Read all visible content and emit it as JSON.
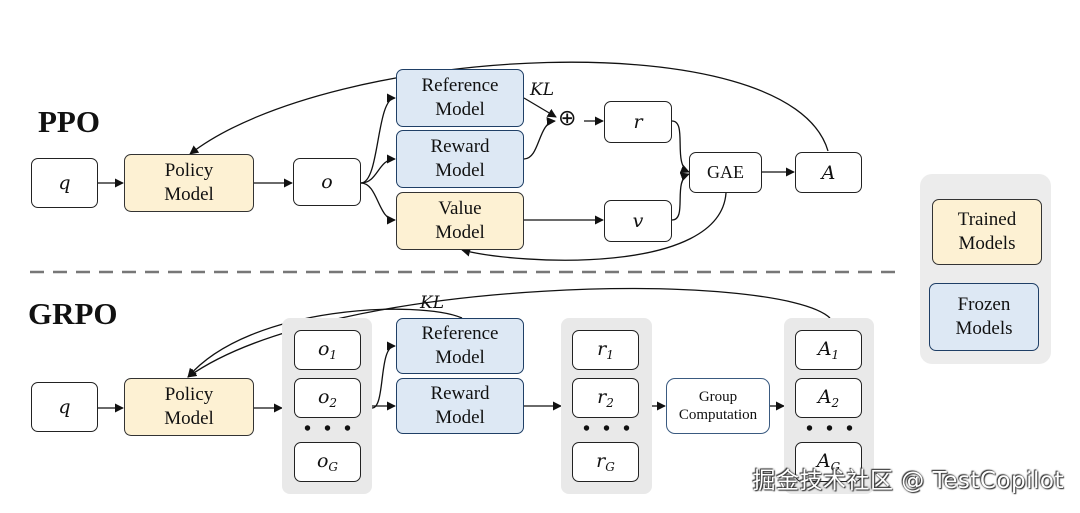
{
  "ppo": {
    "title": "PPO",
    "q": "q",
    "policy": [
      "Policy",
      "Model"
    ],
    "o": "o",
    "reference": [
      "Reference",
      "Model"
    ],
    "reward": [
      "Reward",
      "Model"
    ],
    "value": [
      "Value",
      "Model"
    ],
    "kl": "KL",
    "plus": "⊕",
    "r": "r",
    "v": "v",
    "gae": "GAE",
    "a": "A"
  },
  "grpo": {
    "title": "GRPO",
    "q": "q",
    "policy": [
      "Policy",
      "Model"
    ],
    "kl": "KL",
    "outputs": [
      {
        "base": "o",
        "sub": "1"
      },
      {
        "base": "o",
        "sub": "2"
      },
      {
        "base": "o",
        "sub": "G"
      }
    ],
    "reference": [
      "Reference",
      "Model"
    ],
    "reward": [
      "Reward",
      "Model"
    ],
    "rewards": [
      {
        "base": "r",
        "sub": "1"
      },
      {
        "base": "r",
        "sub": "2"
      },
      {
        "base": "r",
        "sub": "G"
      }
    ],
    "group": [
      "Group",
      "Computation"
    ],
    "advantages": [
      {
        "base": "A",
        "sub": "1"
      },
      {
        "base": "A",
        "sub": "2"
      },
      {
        "base": "A",
        "sub": "G"
      }
    ],
    "dots": "• • •"
  },
  "legend": {
    "trained": [
      "Trained",
      "Models"
    ],
    "frozen": [
      "Frozen",
      "Models"
    ]
  },
  "watermark": "掘金技术社区 @ TestCopilot",
  "colors": {
    "trained_fill": "#fdf1d3",
    "frozen_fill": "#dde8f4",
    "frozen_border": "#1f3f66",
    "group_bg": "#e9e9e9",
    "divider": "#777777"
  }
}
